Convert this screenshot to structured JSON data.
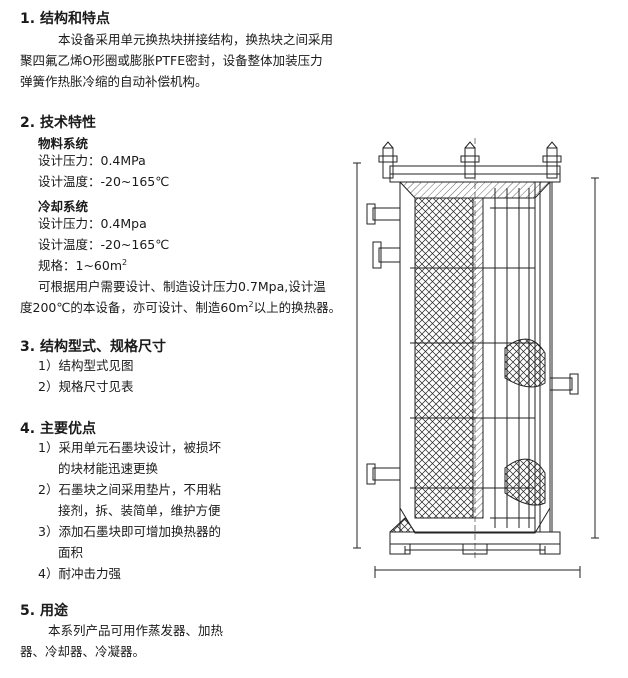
{
  "sections": {
    "s1": {
      "num": "1.",
      "title": "结构和特点",
      "lines": [
        "本设备采用单元换热块拼接结构，换热块之间采用",
        "聚四氟乙烯O形圈或膨胀PTFE密封，设备整体加装压力",
        "弹簧作热胀冷缩的自动补偿机构。"
      ]
    },
    "s2": {
      "num": "2.",
      "title": "技术特性",
      "material_title": "物料系统",
      "material_pressure": "设计压力：0.4MPa",
      "material_temp": "设计温度：-20~165℃",
      "cooling_title": "冷却系统",
      "cooling_pressure": "设计压力：0.4Mpa",
      "cooling_temp": "设计温度：-20~165℃",
      "spec_prefix": "规格：1~60m",
      "spec_sup": "2",
      "note1": "可根据用户需要设计、制造设计压力0.7Mpa,设计温",
      "note2_prefix": "度200℃的本设备，亦可设计、制造60m",
      "note2_sup": "2",
      "note2_suffix": "以上的换热器。"
    },
    "s3": {
      "num": "3.",
      "title": "结构型式、规格尺寸",
      "items": [
        "1）结构型式见图",
        "2）规格尺寸见表"
      ]
    },
    "s4": {
      "num": "4.",
      "title": "主要优点",
      "lines": [
        "1）采用单元石墨块设计，被损坏",
        "的块材能迅速更换",
        "2）石墨块之间采用垫片，不用粘",
        "接剂，拆、装简单，维护方便",
        "3）添加石墨块即可增加换热器的",
        "面积",
        "4）耐冲击力强"
      ]
    },
    "s5": {
      "num": "5.",
      "title": "用途",
      "lines": [
        "本系列产品可用作蒸发器、加热",
        "器、冷却器、冷凝器。"
      ]
    }
  },
  "colors": {
    "text": "#1a1a1a",
    "drawing_line": "#222222"
  }
}
